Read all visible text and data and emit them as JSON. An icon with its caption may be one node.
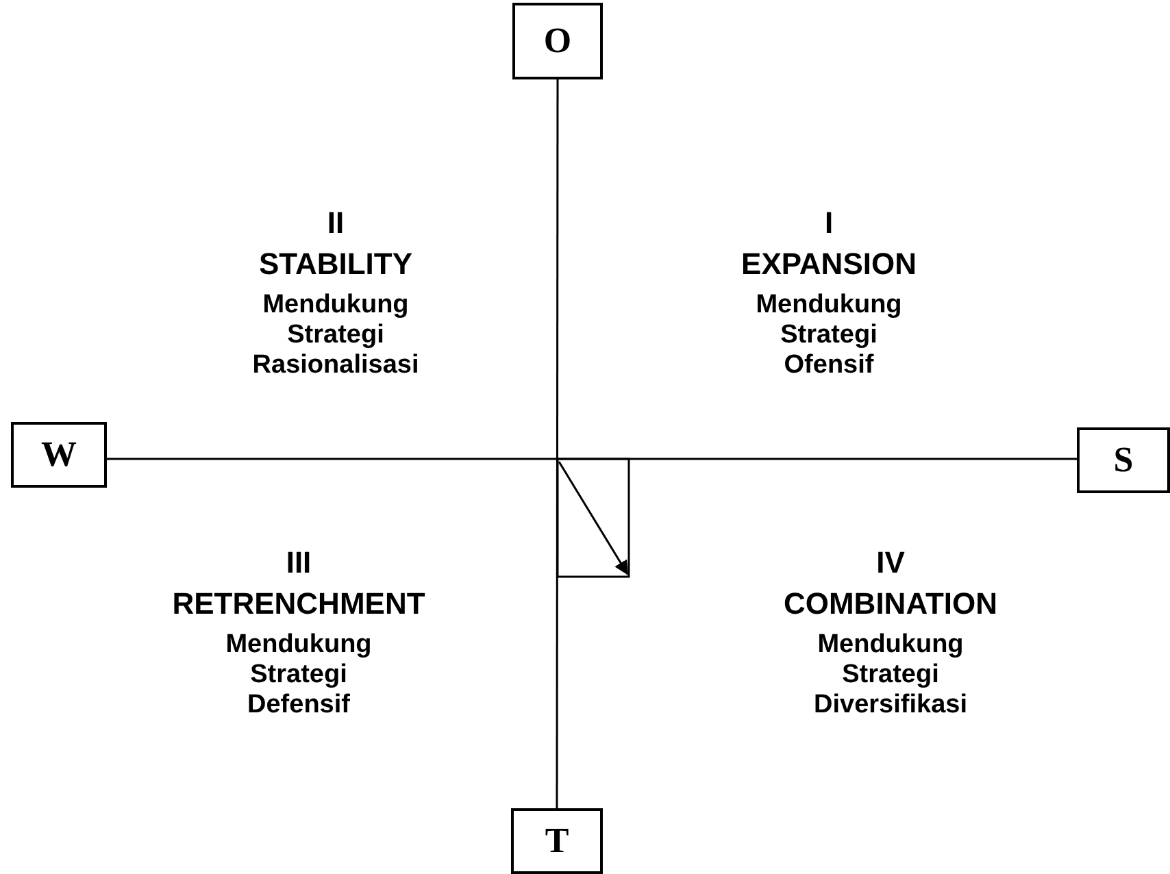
{
  "diagram": {
    "nodes": [
      {
        "text": [
          "O"
        ]
      },
      {
        "text": [
          "W"
        ]
      },
      {
        "text": [
          "S"
        ]
      },
      {
        "text": [
          "T"
        ]
      }
    ],
    "edges": [
      {
        "from": 0,
        "to": 3,
        "arrow": "none"
      },
      {
        "from": 1,
        "to": 2,
        "arrow": "none"
      }
    ],
    "labels": [
      "II",
      "STABILITY",
      "Mendukung Strategi Rasionalisasi",
      "I",
      "EXPANSION",
      "Mendukung Strategi Ofensif",
      "III",
      "RETRENCHMENT",
      "Mendukung Strategi Defensif",
      "IV",
      "COMBINATION",
      "Mendukung Strategi Diversifikasi"
    ]
  }
}
